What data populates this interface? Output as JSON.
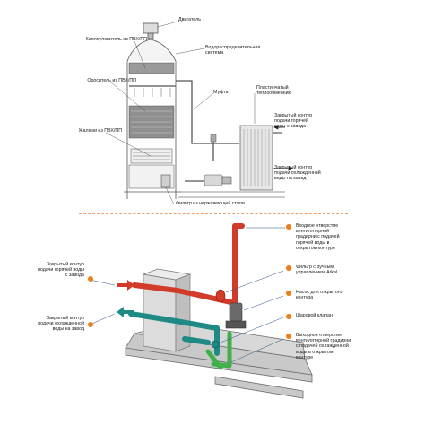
{
  "colors": {
    "accent": "#f07d18",
    "hot_pipe": "#d23a2a",
    "cold_pipe": "#1f8a84",
    "green_pipe": "#3fb04a",
    "frame": "#8c8c8c",
    "callout": "#2a4f86"
  },
  "top_diagram": {
    "labels": {
      "motor": "Двигатель",
      "drip_eliminator": "Каплеуловитель из ПВХ/ПП",
      "water_distribution": "Водораспределительная\nсистема",
      "fill": "Ороситель из ПВХ/ПП",
      "coupling": "Муфта",
      "plate_hx": "Пластинчатый\nтеплообменник",
      "louvers": "Жалюзи из ПВХ/ПП",
      "hot_loop": "Закрытый контур\nподачи горячей\nводы с завода",
      "cold_loop": "Закрытый контур\nподачи охлажденной\nводы на завод",
      "filter": "Фильтр из нержавеющей стали"
    }
  },
  "bottom_diagram": {
    "left_labels": {
      "hot_loop": "Закрытый контур\nподачи горячей воды\nс завода",
      "cold_loop": "Закрытый контур\nподачи охлажденной\nводы на завод"
    },
    "right_labels": {
      "inlet": "Входное отверстие\nвентиляторной\nградирни с подачей\nгорячей воды в\nоткрытом контуре",
      "filter": "Фильтр с ручным\nуправлением Arkal",
      "pump": "Насос для открытого\nконтура",
      "valve": "Шаровой клапан",
      "outlet": "Выходное отверстие\nвентиляторной градирни\nс подачей охлажденной\nводы в открытом\nконтуре"
    }
  }
}
